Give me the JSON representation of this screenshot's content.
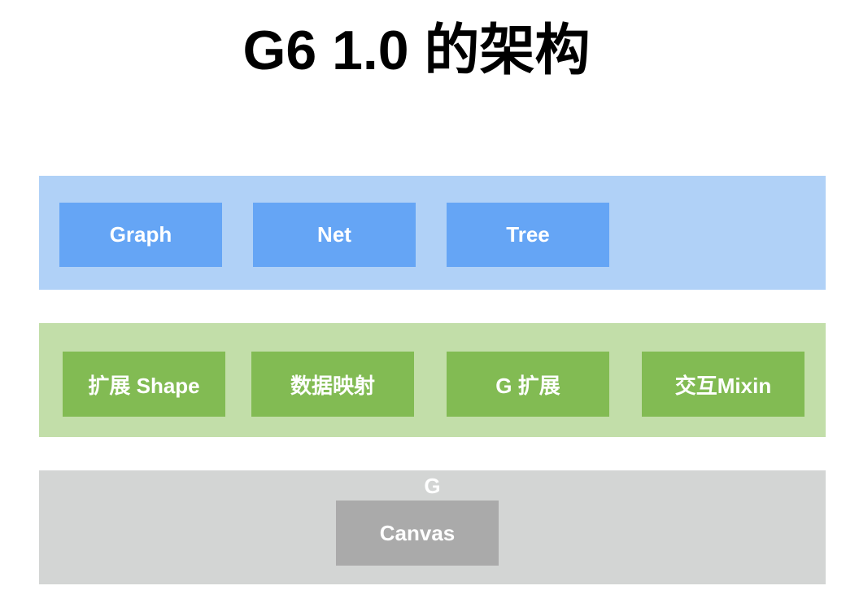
{
  "title": "G6 1.0 的架构",
  "colors": {
    "top_layer": "#b0d1f7",
    "top_box": "#65a5f5",
    "mid_layer": "#c2dea9",
    "mid_box": "#82bb53",
    "bot_layer": "#d3d5d4",
    "bot_box": "#aaaaaa",
    "text_light": "#ffffff",
    "title": "#000000"
  },
  "layers": {
    "top": {
      "boxes": [
        "Graph",
        "Net",
        "Tree"
      ]
    },
    "middle": {
      "boxes": [
        "扩展 Shape",
        "数据映射",
        "G 扩展",
        "交互Mixin"
      ]
    },
    "bottom": {
      "label": "G",
      "boxes": [
        "Canvas"
      ]
    }
  }
}
